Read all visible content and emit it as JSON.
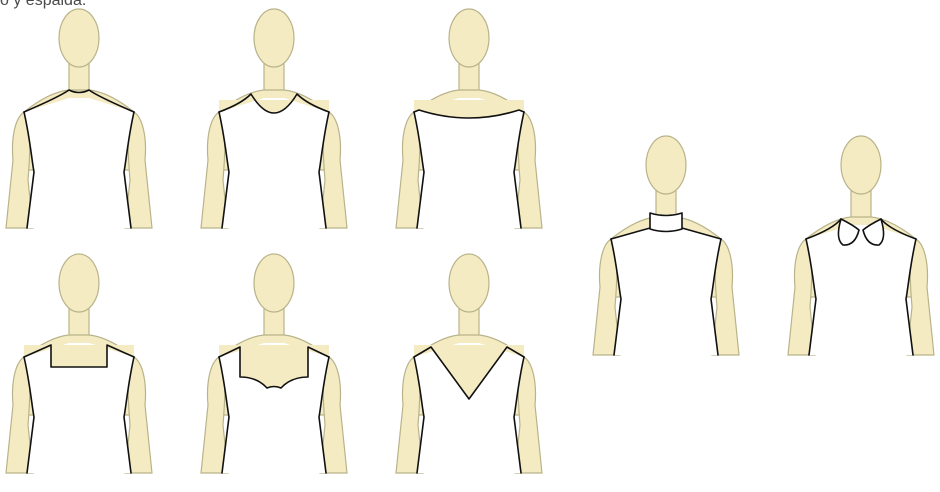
{
  "caption": "o y espalda.",
  "figures": [
    {
      "name": "figure-jewel-neckline",
      "neckline": "jewel"
    },
    {
      "name": "figure-scoop-neckline",
      "neckline": "scoop"
    },
    {
      "name": "figure-bateau-neckline",
      "neckline": "bateau"
    },
    {
      "name": "figure-square-neckline",
      "neckline": "square"
    },
    {
      "name": "figure-sweetheart-neckline",
      "neckline": "sweetheart"
    },
    {
      "name": "figure-v-neckline",
      "neckline": "v"
    },
    {
      "name": "figure-mandarin-collar",
      "neckline": "mandarin"
    },
    {
      "name": "figure-peter-pan-collar",
      "neckline": "peterpan"
    }
  ],
  "colors": {
    "skin": "#f4ebc2",
    "skin_outline": "#b9b38a",
    "line": "#111111"
  }
}
